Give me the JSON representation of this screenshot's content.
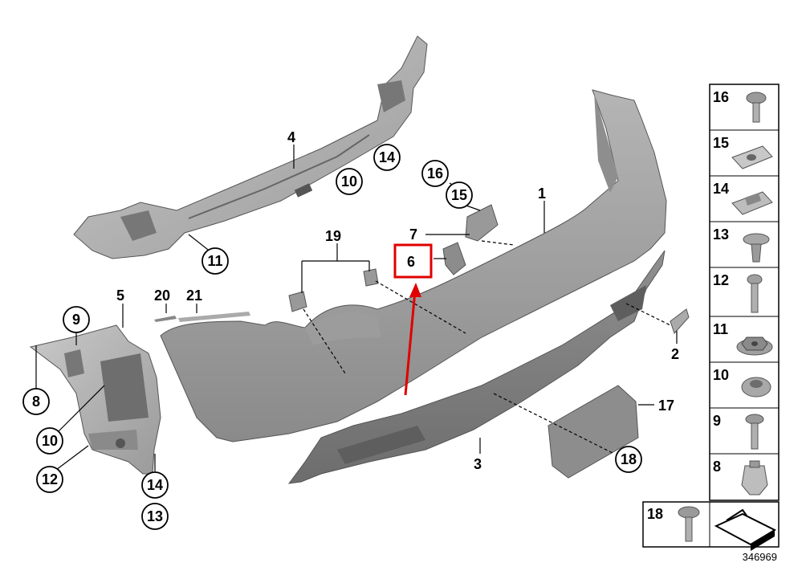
{
  "diagram": {
    "reference_number": "346969",
    "highlight_color": "#e00000",
    "highlighted_part": "6",
    "callouts": {
      "p1": "1",
      "p2": "2",
      "p3": "3",
      "p4": "4",
      "p5": "5",
      "p6": "6",
      "p7": "7",
      "p8": "8",
      "p9": "9",
      "p10a": "10",
      "p10b": "10",
      "p11": "11",
      "p12": "12",
      "p13": "13",
      "p14a": "14",
      "p14b": "14",
      "p15": "15",
      "p16": "16",
      "p17": "17",
      "p18": "18",
      "p19": "19",
      "p20": "20",
      "p21": "21"
    },
    "legend": {
      "items": [
        {
          "label": "16",
          "icon": "screw-icon"
        },
        {
          "label": "15",
          "icon": "clip-nut-icon"
        },
        {
          "label": "14",
          "icon": "clip-nut-icon"
        },
        {
          "label": "13",
          "icon": "expanding-rivet-icon"
        },
        {
          "label": "12",
          "icon": "screw-icon"
        },
        {
          "label": "11",
          "icon": "hex-nut-icon"
        },
        {
          "label": "10",
          "icon": "nut-icon"
        },
        {
          "label": "9",
          "icon": "screw-icon"
        },
        {
          "label": "8",
          "icon": "clip-icon"
        }
      ],
      "bottom_item": {
        "label": "18",
        "icon": "screw-icon"
      },
      "kit_icon": "kit-symbol-icon"
    }
  }
}
